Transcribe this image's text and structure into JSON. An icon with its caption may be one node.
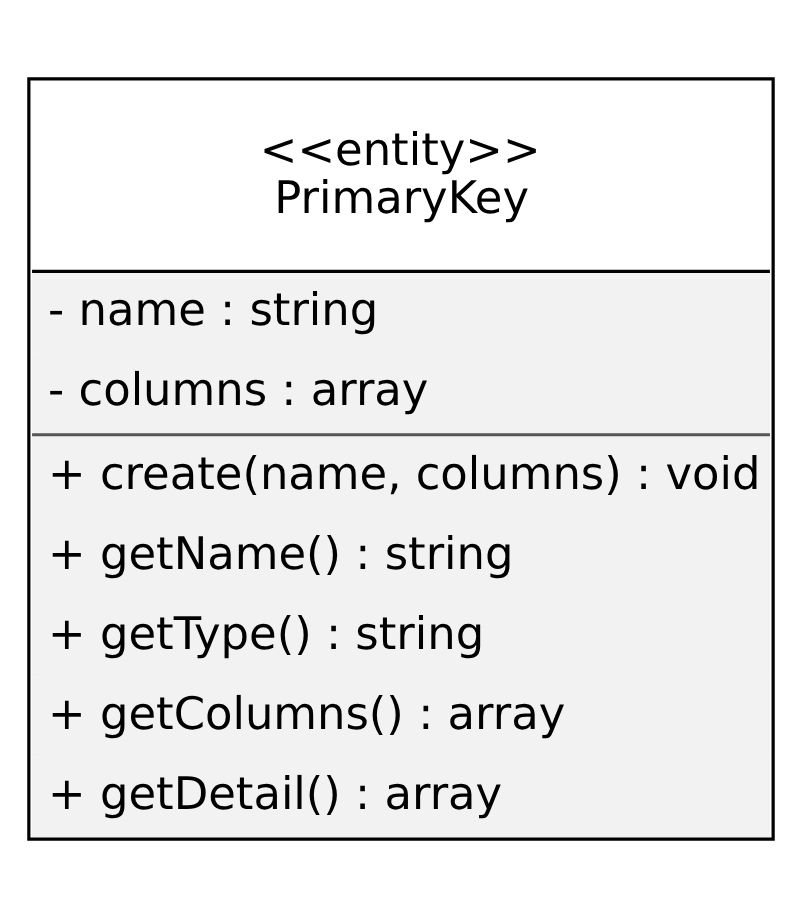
{
  "diagram": {
    "nodes": [
      {
        "text": [
          "<<entity>>",
          "PrimaryKey",
          "- name : string",
          "- columns : array",
          "+ create(name, columns) : void",
          "+ getName() : string",
          "+ getType() : string",
          "+ getColumns() : array",
          "+ getDetail() : array"
        ]
      }
    ]
  }
}
